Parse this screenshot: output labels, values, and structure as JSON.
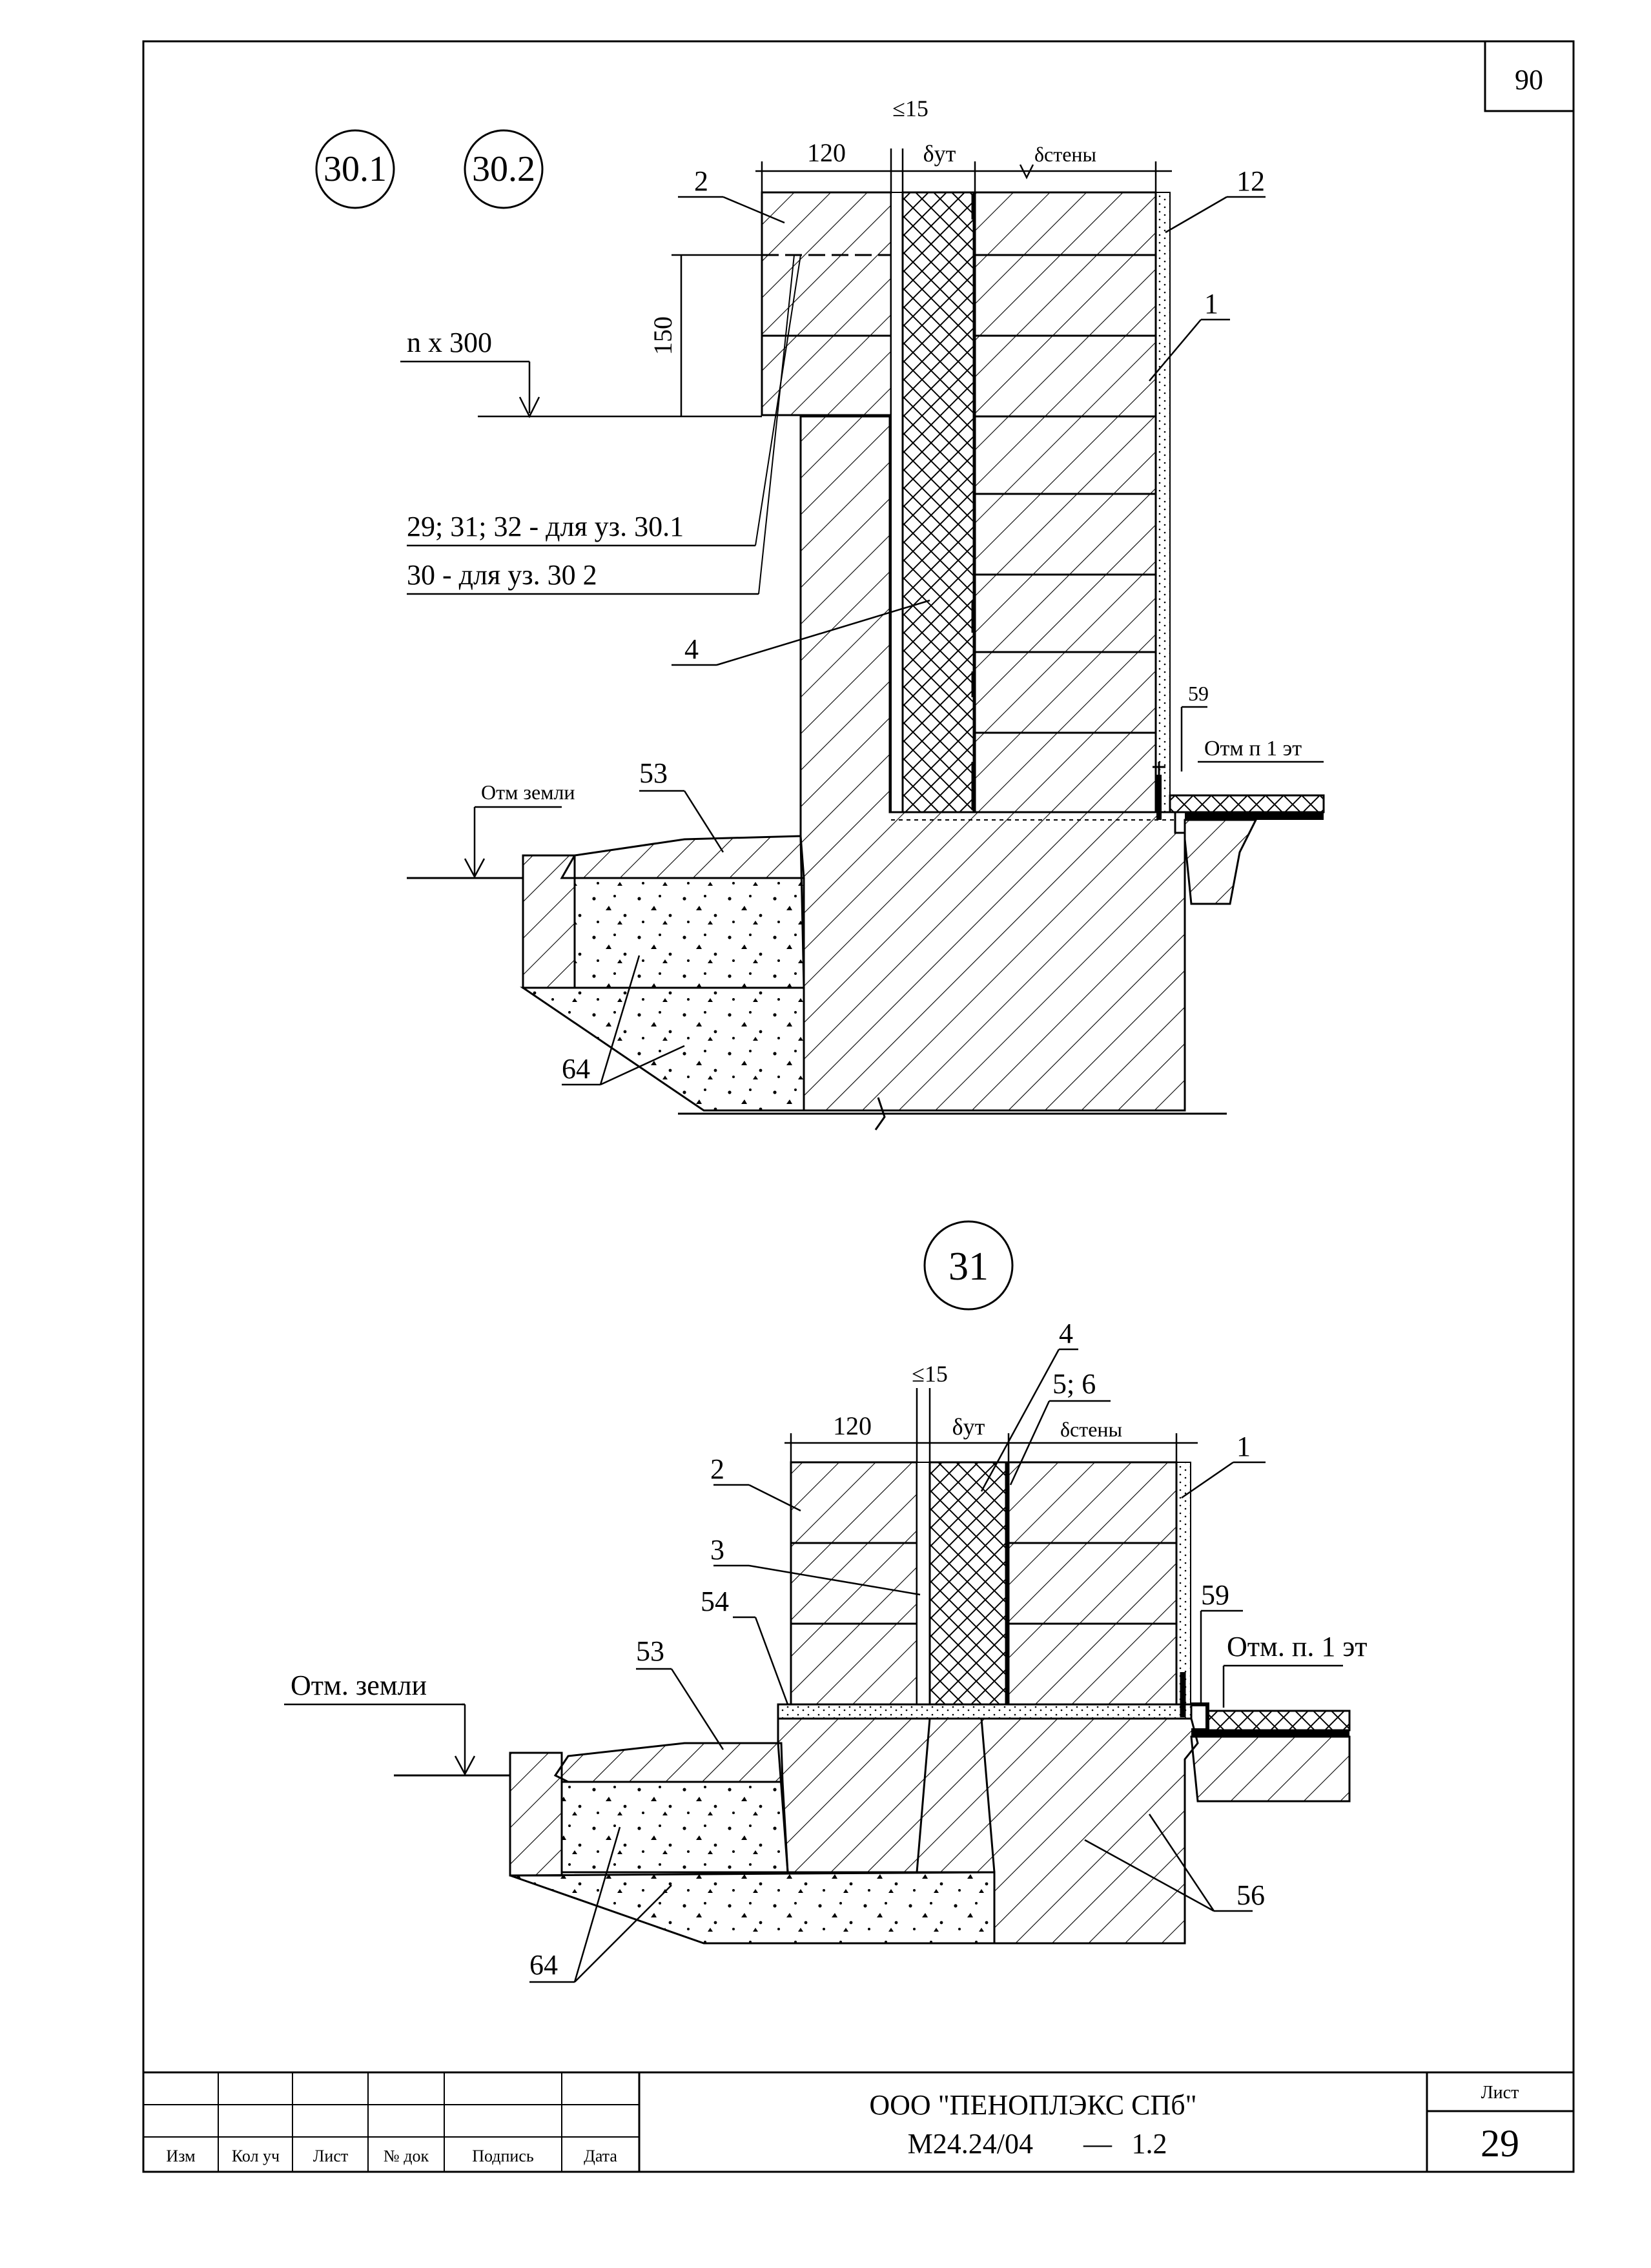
{
  "sheet_corner_number": "90",
  "node_top": {
    "markers": [
      "30.1",
      "30.2"
    ],
    "dims": {
      "max_gap": "≤15",
      "facing": "120",
      "insul": "δут",
      "wall": "δстены",
      "vert": "150"
    },
    "pos_2": "2",
    "pos_12": "12",
    "pos_1": "1",
    "pos_4": "4",
    "pos_53": "53",
    "pos_59": "59",
    "pos_64": "64",
    "n_x_300": "n x 300",
    "note_1": "29; 31; 32 - для уз. 30.1",
    "note_2": "30 - для уз. 30 2",
    "ground_mark": "Отм земли",
    "floor_mark": "Отм п 1 эт"
  },
  "node_bottom": {
    "marker": "31",
    "dims": {
      "max_gap": "≤15",
      "facing": "120",
      "insul": "δут",
      "wall": "δстены"
    },
    "pos_4": "4",
    "pos_5_6": "5; 6",
    "pos_1": "1",
    "pos_2": "2",
    "pos_3": "3",
    "pos_54": "54",
    "pos_53": "53",
    "pos_59": "59",
    "pos_56": "56",
    "pos_64": "64",
    "ground_mark": "Отм. земли",
    "floor_mark": "Отм. п. 1 эт"
  },
  "title_block": {
    "columns": [
      "Изм",
      "Кол уч",
      "Лист",
      "№ док",
      "Подпись",
      "Дата"
    ],
    "company": "ООО \"ПЕНОПЛЭКС СПб\"",
    "doc_number": "М24.24/04",
    "dash": "—",
    "doc_suffix": "1.2",
    "sheet_label": "Лист",
    "sheet_number": "29"
  }
}
